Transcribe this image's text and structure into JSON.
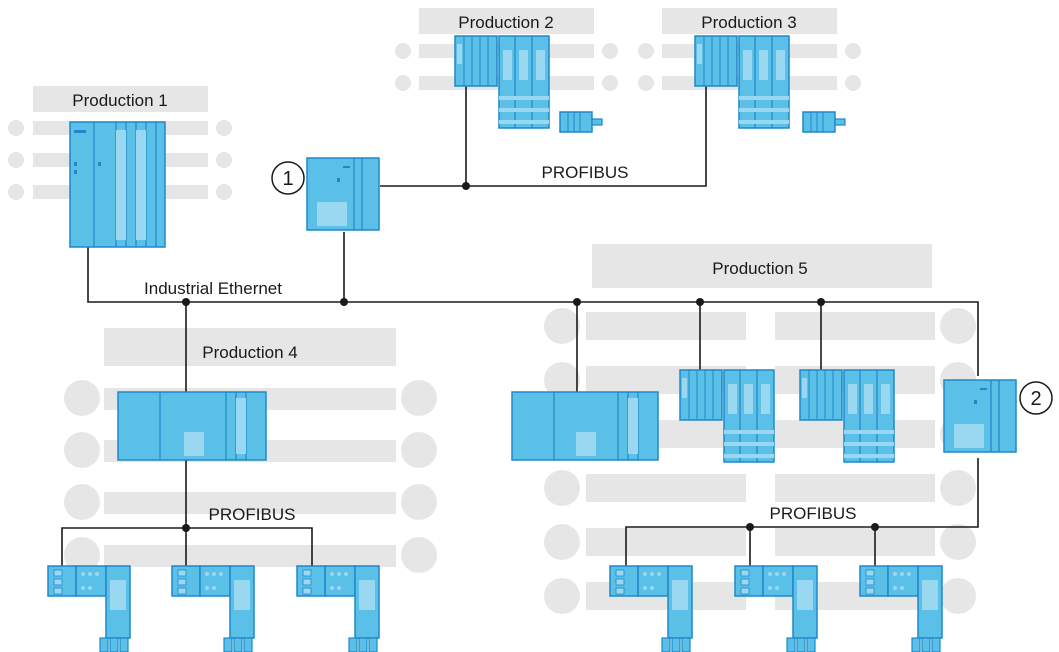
{
  "labels": {
    "production_1": "Production 1",
    "production_2": "Production 2",
    "production_3": "Production 3",
    "production_4": "Production 4",
    "production_5": "Production 5",
    "industrial_ethernet": "Industrial Ethernet",
    "profibus_top": "PROFIBUS",
    "profibus_left": "PROFIBUS",
    "profibus_right": "PROFIBUS",
    "callout_1": "1",
    "callout_2": "2"
  },
  "colors": {
    "device_fill": "#5bc0e8",
    "device_stroke": "#1e88c8",
    "device_light": "#9ad8f2",
    "zone_gray": "#e6e6e6",
    "line": "#1a1a1a"
  }
}
